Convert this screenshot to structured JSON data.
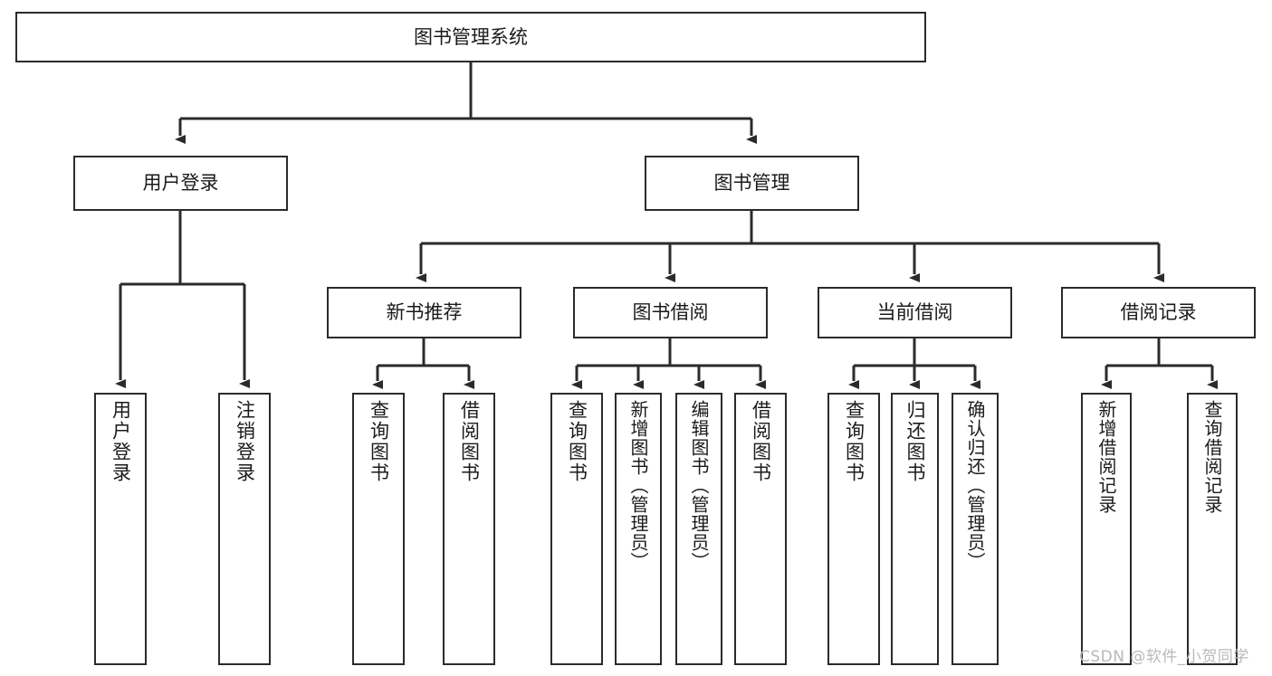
{
  "diagram": {
    "title": "图书管理系统",
    "type": "tree-hierarchy-chart",
    "root": {
      "label": "图书管理系统"
    },
    "level2": [
      {
        "label": "用户登录"
      },
      {
        "label": "图书管理"
      }
    ],
    "level3": [
      {
        "label": "新书推荐"
      },
      {
        "label": "图书借阅"
      },
      {
        "label": "当前借阅"
      },
      {
        "label": "借阅记录"
      }
    ],
    "leaves": {
      "user_login": [
        {
          "label": "用户登录"
        },
        {
          "label": "注销登录"
        }
      ],
      "new_book_recommend": [
        {
          "label": "查询图书"
        },
        {
          "label": "借阅图书"
        }
      ],
      "book_borrow": [
        {
          "label": "查询图书"
        },
        {
          "label": "新增图书（管理员）"
        },
        {
          "label": "编辑图书（管理员）"
        },
        {
          "label": "借阅图书"
        }
      ],
      "current_borrow": [
        {
          "label": "查询图书"
        },
        {
          "label": "归还图书"
        },
        {
          "label": "确认归还（管理员）"
        }
      ],
      "borrow_record": [
        {
          "label": "新增借阅记录"
        },
        {
          "label": "查询借阅记录"
        }
      ]
    }
  },
  "watermark": {
    "text": "CSDN @软件_小贺同学"
  },
  "colors": {
    "stroke": "#2b2b2b",
    "text": "#1b1b1b",
    "background": "#ffffff",
    "watermark": "#b9b9b9"
  }
}
